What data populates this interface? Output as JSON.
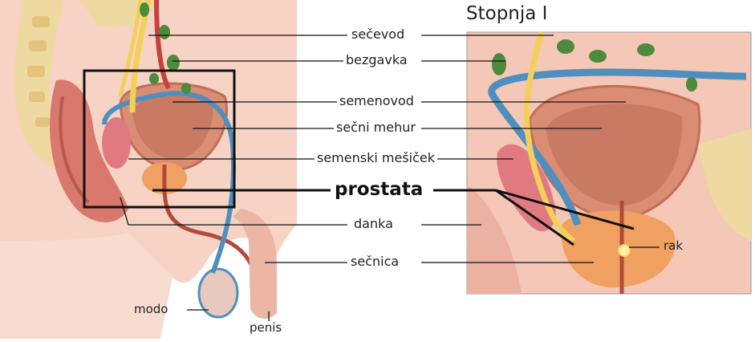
{
  "stage_title": "Stopnja I",
  "labels": {
    "secevod": "sečevod",
    "bezgavka": "bezgavka",
    "semenovod": "semenovod",
    "secni_mehur": "sečni mehur",
    "semenski_micek": "semenski mešiček",
    "prostata": "prostata",
    "danka": "danka",
    "secnica": "sečnica",
    "modo": "modo",
    "penis": "penis",
    "rak": "rak"
  },
  "colors": {
    "tissue": "#f3c9b8",
    "muscle": "#d9786c",
    "bladder": "#d98d72",
    "prostate": "#f0a060",
    "vas_deferens": "#4f8fbf",
    "ureter": "#f3d05a",
    "lymph_node": "#4c8a3c",
    "bone": "#eed9a0",
    "tumor": "#fff2a8"
  }
}
